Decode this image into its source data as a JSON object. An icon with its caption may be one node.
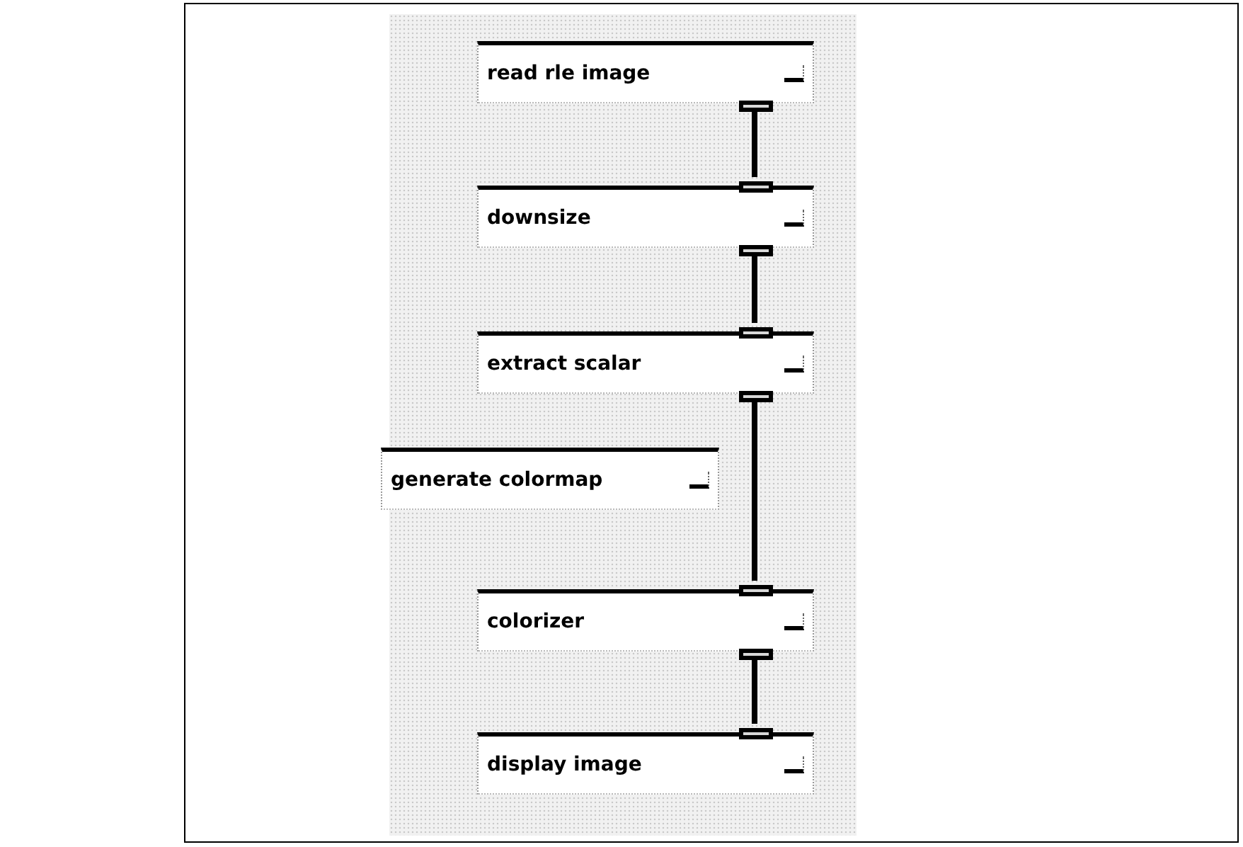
{
  "diagram": {
    "nodes": [
      {
        "text": [
          "read rle image"
        ]
      },
      {
        "text": [
          "downsize"
        ]
      },
      {
        "text": [
          "extract scalar"
        ]
      },
      {
        "text": [
          "generate colormap"
        ]
      },
      {
        "text": [
          "colorizer"
        ]
      },
      {
        "text": [
          "display image"
        ]
      }
    ],
    "edges": [
      {
        "from": 0,
        "to": 1,
        "arrow": "none"
      },
      {
        "from": 1,
        "to": 2,
        "arrow": "none"
      },
      {
        "from": 2,
        "to": 4,
        "arrow": "none"
      },
      {
        "from": 4,
        "to": 5,
        "arrow": "none"
      }
    ]
  }
}
